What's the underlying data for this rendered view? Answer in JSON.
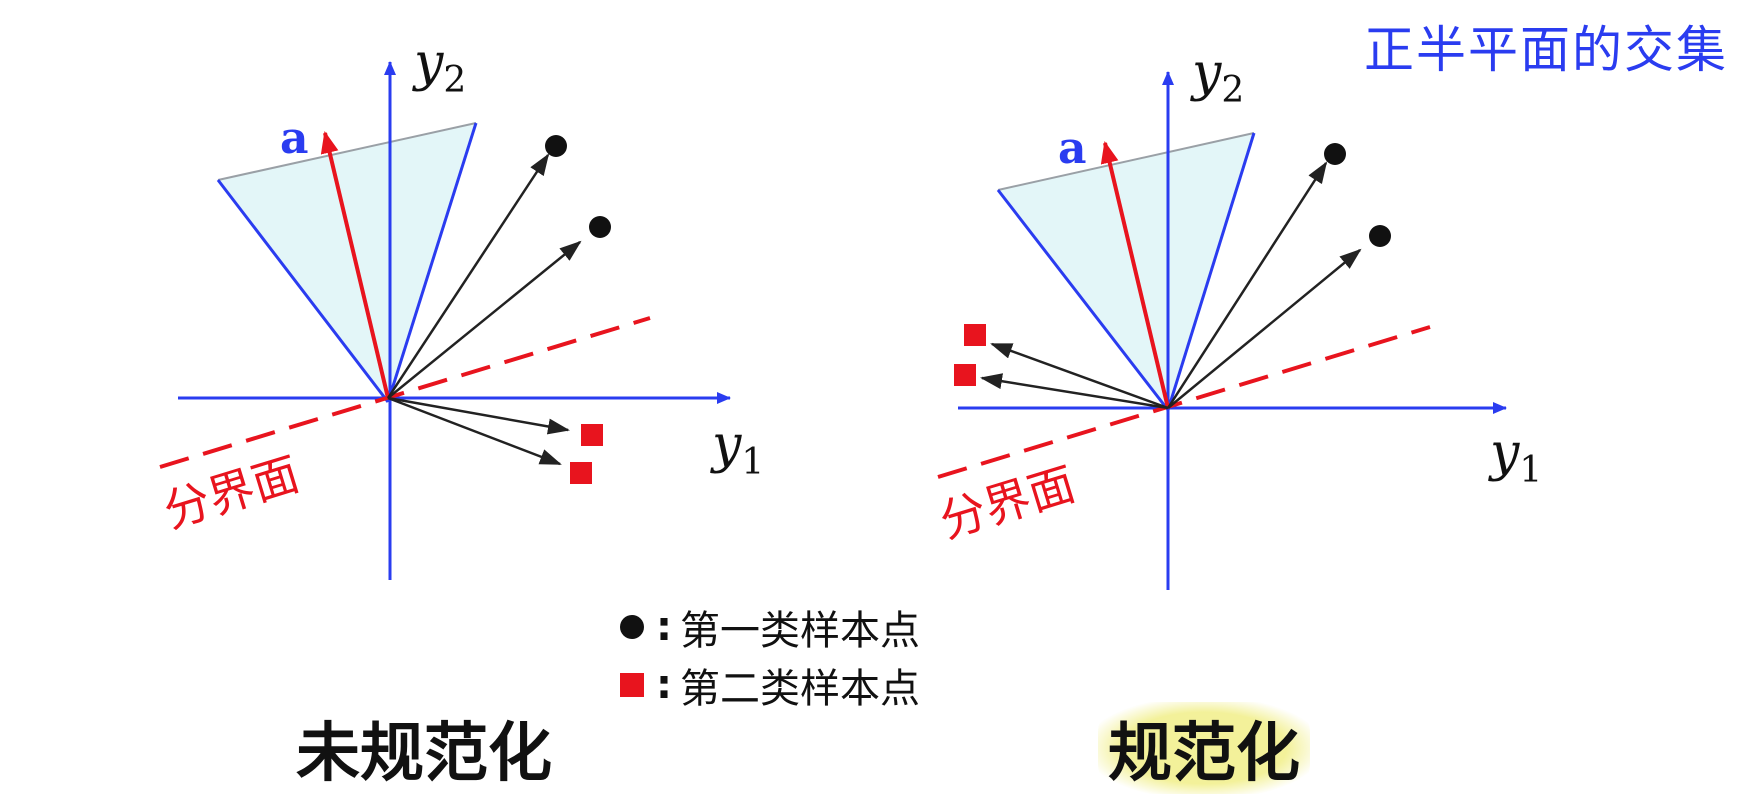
{
  "title": "正半平面的交集",
  "legend": {
    "class1": "第一类样本点",
    "class2": "第二类样本点",
    "separator": ":"
  },
  "panels": [
    {
      "caption": "未规范化",
      "axis_x_label": "y",
      "axis_x_sub": "1",
      "axis_y_label": "y",
      "axis_y_sub": "2",
      "vector_label": "a",
      "boundary_label": "分界面"
    },
    {
      "caption": "规范化",
      "axis_x_label": "y",
      "axis_x_sub": "1",
      "axis_y_label": "y",
      "axis_y_sub": "2",
      "vector_label": "a",
      "boundary_label": "分界面"
    }
  ],
  "colors": {
    "axis": "#2a3cf0",
    "vector_a": "#e8141e",
    "boundary": "#e8141e",
    "cone_fill": "#e3f6f8",
    "sample_arrow": "#222222",
    "class1": "#111111",
    "class2": "#e8141e",
    "highlight": "#f3f19a"
  }
}
